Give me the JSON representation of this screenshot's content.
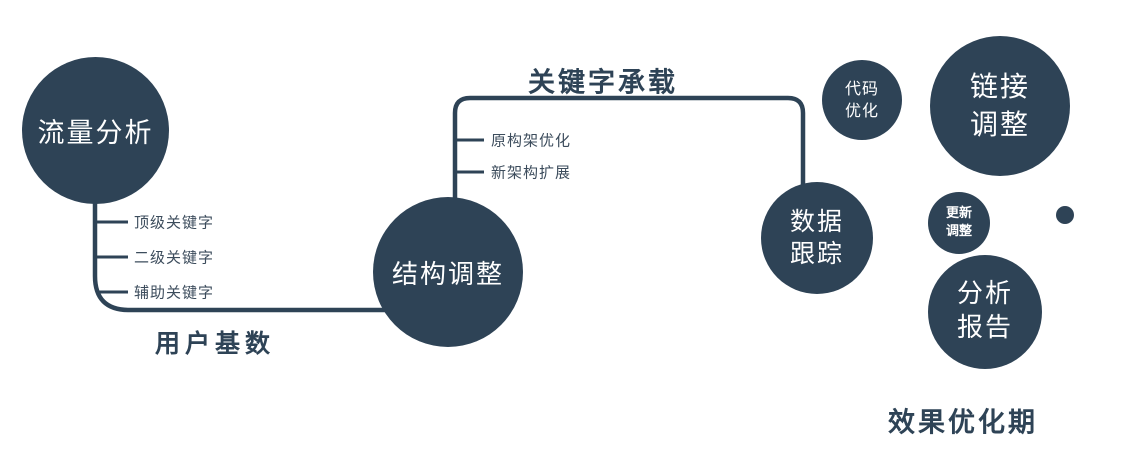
{
  "colors": {
    "primary": "#2e4356",
    "background": "#ffffff",
    "text_on_circle": "#ffffff"
  },
  "nodes": {
    "traffic_analysis": {
      "label": "流量分析"
    },
    "structure_adjustment": {
      "label": "结构调整"
    },
    "data_tracking": {
      "lines": [
        "数据",
        "跟踪"
      ]
    },
    "code_optimization": {
      "lines": [
        "代码",
        "优化"
      ]
    },
    "link_adjustment": {
      "lines": [
        "链接",
        "调整"
      ]
    },
    "update_adjustment": {
      "lines": [
        "更新",
        "调整"
      ]
    },
    "analysis_report": {
      "lines": [
        "分析",
        "报告"
      ]
    }
  },
  "branches": {
    "keywords": [
      "顶级关键字",
      "二级关键字",
      "辅助关键字"
    ],
    "architecture": [
      "原构架优化",
      "新架构扩展"
    ]
  },
  "edge_labels": {
    "user_base": "用户基数",
    "keyword_bearing": "关键字承载"
  },
  "caption": "效果优化期"
}
